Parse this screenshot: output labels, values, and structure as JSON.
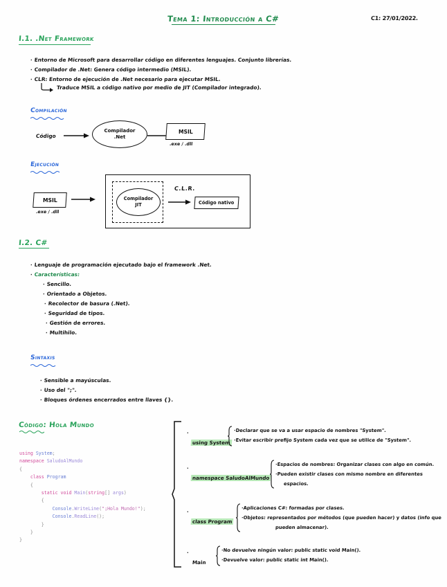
{
  "document": {
    "title": "Tema 1: Introducción a C#",
    "date": "C1: 27/01/2022."
  },
  "sections": [
    {
      "id": "net-framework",
      "heading": "I.1. .Net Framework",
      "bullets": [
        "Entorno de Microsoft para desarrollar código en diferentes lenguajes. Conjunto librerías.",
        "Compilador de .Net: Genera código intermedio (MSIL).",
        "CLR: Entorno de ejecución de .Net necesario para ejecutar MSIL."
      ],
      "sub_note": "Traduce MSIL a código nativo por medio de JIT (Compilador integrado)."
    },
    {
      "id": "csharp",
      "heading": "I.2. C#",
      "bullets": [
        "Lenguaje de programación ejecutado bajo el framework .Net.",
        "Características:"
      ],
      "features": [
        "Sencillo.",
        "Orientado a Objetos.",
        "Recolector de basura (.Net).",
        "Seguridad de tipos.",
        "Gestión de errores.",
        "Multihilo."
      ]
    }
  ],
  "diagrams": {
    "compilacion": {
      "heading": "Compilación",
      "input_label": "Código",
      "process_line1": "Compilador",
      "process_line2": ".Net",
      "output_label": "MSIL",
      "output_sub": ".exe / .dll"
    },
    "ejecucion": {
      "heading": "Ejecución",
      "input_label": "MSIL",
      "input_sub": ".exe / .dll",
      "container_label": "C.L.R.",
      "process_line1": "Compilador",
      "process_line2": "JIT",
      "output_label": "Código nativo"
    }
  },
  "sintaxis": {
    "heading": "Sintaxis",
    "bullets": [
      "Sensible a mayúsculas.",
      "Uso del \";\".",
      "Bloques órdenes encerrados entre llaves {}."
    ]
  },
  "codigo": {
    "heading": "Código: Hola Mundo",
    "lines": [
      [
        {
          "t": "using ",
          "c": "k-pink"
        },
        {
          "t": "System",
          "c": "k-blue"
        },
        {
          "t": ";",
          "c": "k-brace"
        }
      ],
      [
        {
          "t": "namespace ",
          "c": "k-pink"
        },
        {
          "t": "SaludoAlMundo",
          "c": "k-purple"
        }
      ],
      [
        {
          "t": "{",
          "c": "k-brace"
        }
      ],
      [
        {
          "t": "    class ",
          "c": "k-pink"
        },
        {
          "t": "Program",
          "c": "k-blue"
        }
      ],
      [
        {
          "t": "    {",
          "c": "k-brace"
        }
      ],
      [
        {
          "t": "        static void ",
          "c": "k-pink"
        },
        {
          "t": "Main",
          "c": "k-purple"
        },
        {
          "t": "(",
          "c": "k-brace"
        },
        {
          "t": "string",
          "c": "k-pink"
        },
        {
          "t": "[] ",
          "c": "k-brace"
        },
        {
          "t": "args",
          "c": "k-purple"
        },
        {
          "t": ")",
          "c": "k-brace"
        }
      ],
      [
        {
          "t": "        {",
          "c": "k-brace"
        }
      ],
      [
        {
          "t": "            Console",
          "c": "k-blue"
        },
        {
          "t": ".",
          "c": "k-brace"
        },
        {
          "t": "WriteLine",
          "c": "k-purple"
        },
        {
          "t": "(",
          "c": "k-brace"
        },
        {
          "t": "\"¡Hola Mundo!\"",
          "c": "k-str"
        },
        {
          "t": ");",
          "c": "k-brace"
        }
      ],
      [
        {
          "t": "            Console",
          "c": "k-blue"
        },
        {
          "t": ".",
          "c": "k-brace"
        },
        {
          "t": "ReadLine",
          "c": "k-purple"
        },
        {
          "t": "();",
          "c": "k-brace"
        }
      ],
      [
        {
          "t": "        }",
          "c": "k-brace"
        }
      ],
      [
        {
          "t": "    }",
          "c": "k-brace"
        }
      ],
      [
        {
          "t": "}",
          "c": "k-brace"
        }
      ]
    ]
  },
  "annotations": [
    {
      "key": "using System",
      "notes": [
        "Declarar que se va a usar espacio de nombres \"System\".",
        "Evitar escribir prefijo System cada vez que se utilice de \"System\"."
      ]
    },
    {
      "key": "namespace SaludoAlMundo",
      "notes": [
        "Espacios de nombres: Organizar clases con algo en común.",
        "Pueden existir clases con mismo nombre en diferentes",
        "espacios."
      ]
    },
    {
      "key": "class Program",
      "notes": [
        "Aplicaciones C#: formadas por clases.",
        "Objetos: representados por métodos (que pueden hacer) y datos (info que",
        "pueden almacenar)."
      ]
    },
    {
      "key": "Main",
      "notes": [
        "No devuelve ningún valor: public static void Main().",
        "Devuelve valor: public static int Main()."
      ]
    }
  ],
  "colors": {
    "green": "#2aa35b",
    "blue": "#2a66d9",
    "highlight": "#b7e8b7",
    "ink": "#111111"
  }
}
